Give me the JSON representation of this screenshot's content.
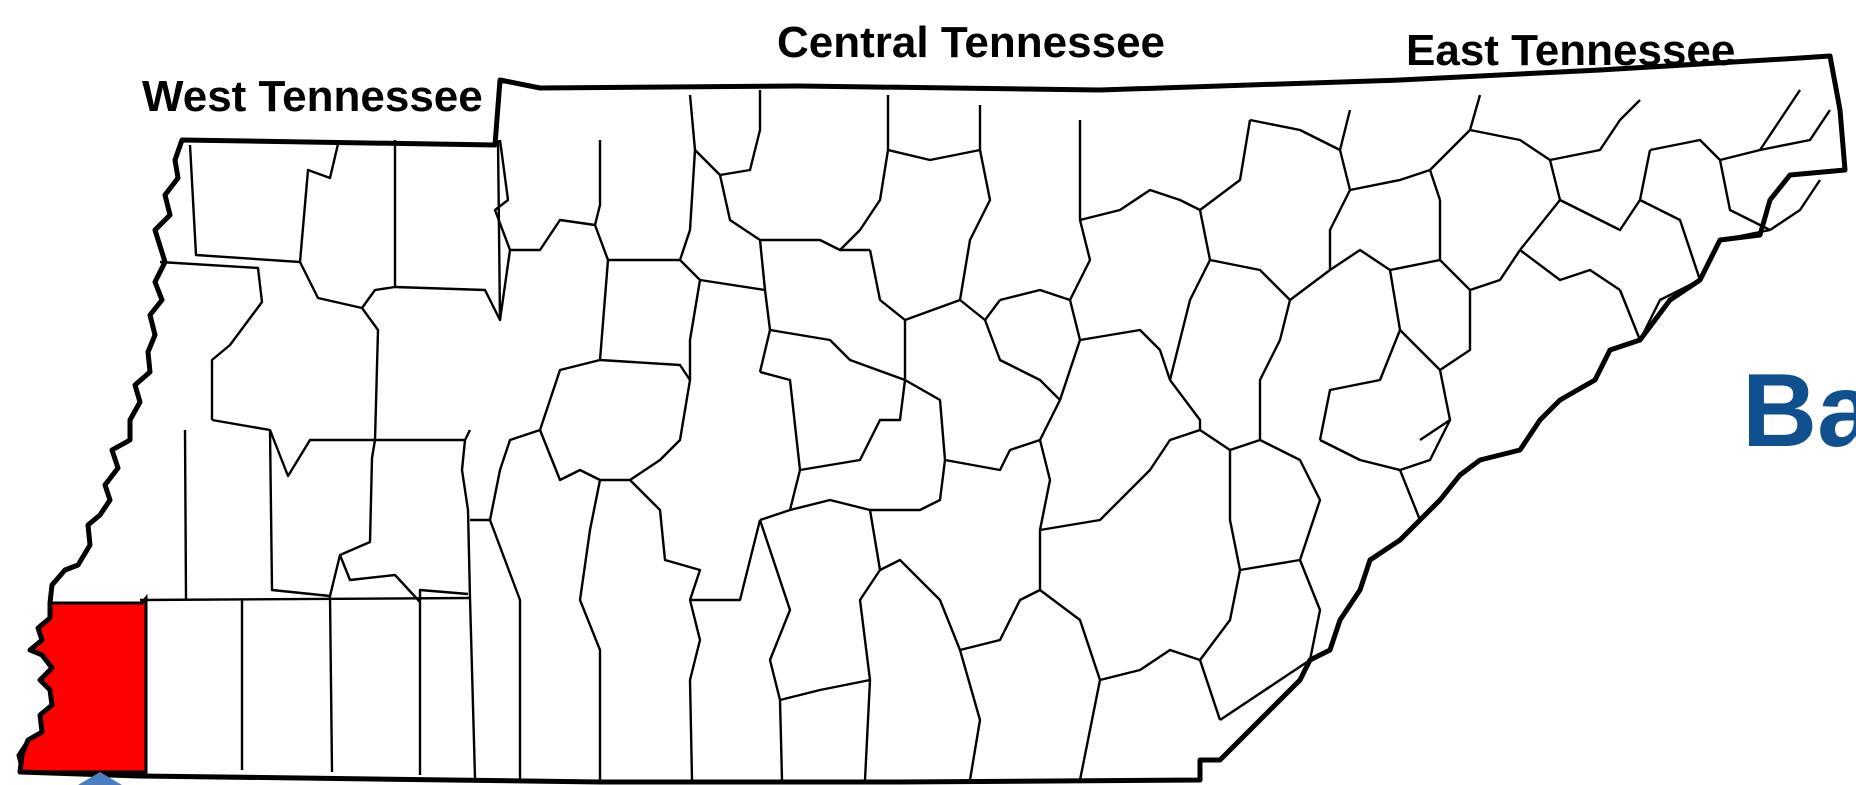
{
  "labels": {
    "west": "West Tennessee",
    "central": "Central Tennessee",
    "east": "East Tennessee"
  },
  "partial_title": "Ba",
  "highlight": {
    "color": "#ff0000"
  },
  "colors": {
    "border": "#000000",
    "county_fill": "#ffffff",
    "title": "#11508e",
    "arrow": "#4a7fc1"
  },
  "icons": {
    "pointer": "arrow-up-icon"
  }
}
